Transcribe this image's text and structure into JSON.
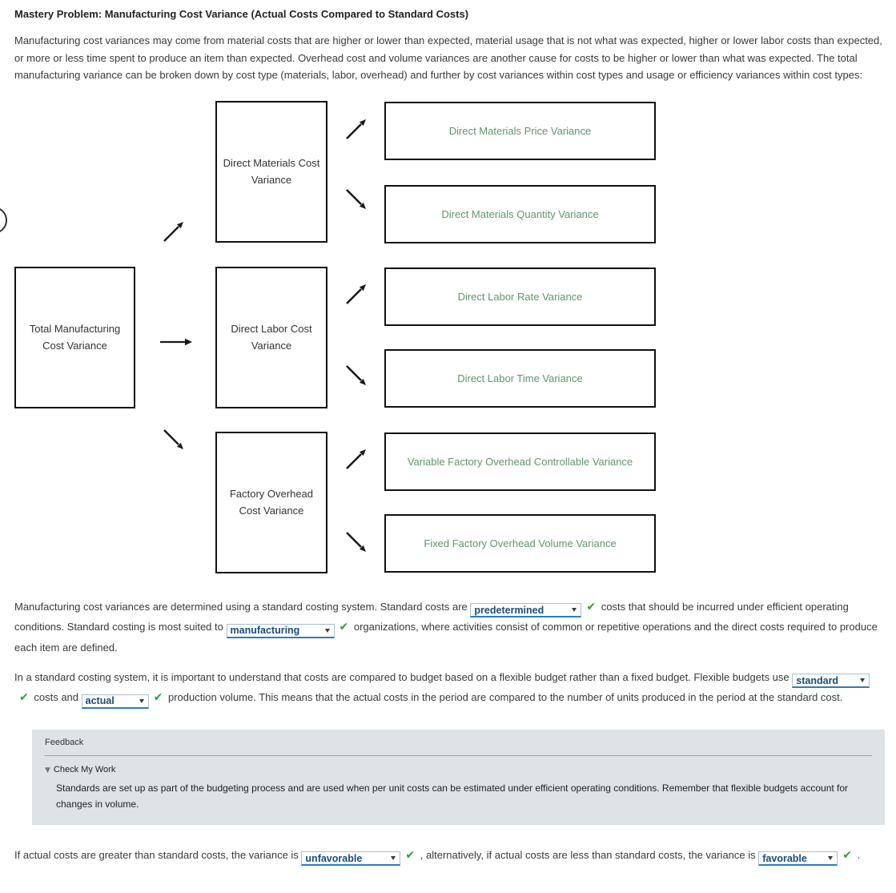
{
  "page": {
    "title": "Mastery Problem: Manufacturing Cost Variance (Actual Costs Compared to Standard Costs)",
    "intro": "Manufacturing cost variances may come from material costs that are higher or lower than expected, material usage that is not what was expected, higher or lower labor costs than expected, or more or less time spent to produce an item than expected. Overhead cost and volume variances are another cause for costs to be higher or lower than what was expected. The total manufacturing variance can be broken down by cost type (materials, labor, overhead) and further by cost variances within cost types and usage or efficiency variances within cost types:"
  },
  "diagram": {
    "root": {
      "label": "Total Manufacturing Cost Variance"
    },
    "level2": [
      {
        "label": "Direct Materials Cost Variance"
      },
      {
        "label": "Direct Labor Cost Variance"
      },
      {
        "label": "Factory Overhead Cost Variance"
      }
    ],
    "level3": [
      {
        "label": "Direct Materials Price Variance"
      },
      {
        "label": "Direct Materials Quantity Variance"
      },
      {
        "label": "Direct Labor Rate Variance"
      },
      {
        "label": "Direct Labor Time Variance"
      },
      {
        "label": "Variable Factory Overhead Controllable Variance"
      },
      {
        "label": "Fixed Factory Overhead Volume Variance"
      }
    ]
  },
  "fill1": {
    "part1": "Manufacturing cost variances are determined using a standard costing system. Standard costs are",
    "dropdown1": "predetermined",
    "part2": "costs that should be incurred under efficient operating conditions. Standard costing is most suited to",
    "dropdown2": "manufacturing",
    "part3": "organizations, where activities consist of common or repetitive operations and the direct costs required to produce each item are defined."
  },
  "fill2": {
    "part1": "In a standard costing system, it is important to understand that costs are compared to budget based on a flexible budget rather than a fixed budget. Flexible budgets use",
    "dropdown1": "standard",
    "part2": "costs and",
    "dropdown2": "actual",
    "part3": "production volume. This means that the actual costs in the period are compared to the number of units produced in the period at the standard cost."
  },
  "feedback": {
    "title": "Feedback",
    "collapse_icon": "▼",
    "section_label": "Check My Work",
    "body": "Standards are set up as part of the budgeting process and are used when per unit costs can be estimated under efficient operating conditions. Remember that flexible budgets account for changes in volume."
  },
  "fill3": {
    "part1": "If actual costs are greater than standard costs, the variance is",
    "dropdown1": "unfavorable",
    "part2": ", alternatively, if actual costs are less than standard costs, the variance is",
    "dropdown2": "favorable",
    "part3": "."
  },
  "icons": {
    "check": "✔"
  },
  "colors": {
    "leaf_text_green": "#5f9768",
    "check_green": "#2f9e36",
    "dropdown_text": "#1c4b74",
    "dropdown_underline": "#2e7cb8",
    "feedback_background": "#dde3e7",
    "box_border": "#111111"
  }
}
